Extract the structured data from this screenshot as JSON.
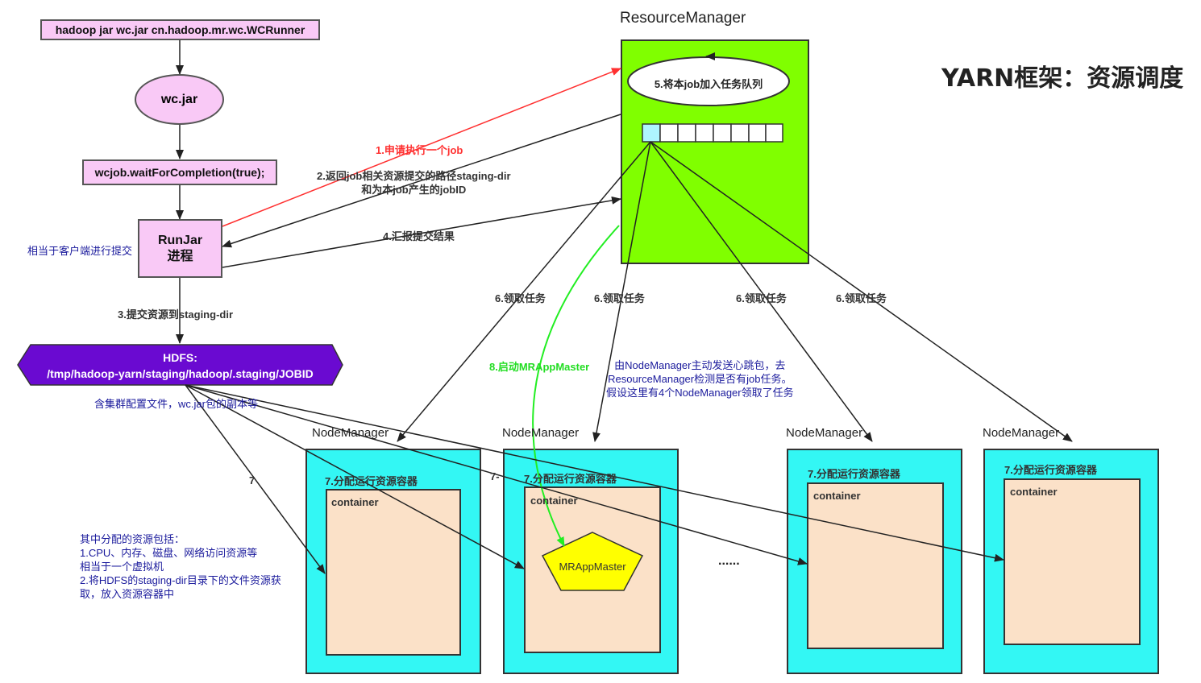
{
  "title": "YARN框架：资源调度",
  "command": "hadoop jar wc.jar cn.hadoop.mr.wc.WCRunner",
  "jar": "wc.jar",
  "wait_call": "wcjob.waitForCompletion(true);",
  "runjar": {
    "line1": "RunJar",
    "line2": "进程"
  },
  "client_note": "相当于客户端进行提交",
  "step3": "3.提交资源到staging-dir",
  "hdfs": {
    "line1": "HDFS:",
    "line2": "/tmp/hadoop-yarn/staging/hadoop/.staging/JOBID"
  },
  "hdfs_note": "含集群配置文件，wc.jar包的副本等",
  "resource_manager": {
    "title": "ResourceManager",
    "queue_label": "5.将本job加入任务队列"
  },
  "step1": "1.申请执行一个job",
  "step2": {
    "line1": "2.返回job相关资源提交的路径staging-dir",
    "line2": "和为本job产生的jobID"
  },
  "step4": "4.汇报提交结果",
  "step6": "6.领取任务",
  "step8": "8.启动MRAppMaster",
  "heartbeat_note": {
    "line1": "由NodeManager主动发送心跳包，去",
    "line2": "ResourceManager检测是否有job任务。",
    "line3": "假设这里有4个NodeManager领取了任务"
  },
  "step7": "7",
  "step7_dash": "7-",
  "node_manager": "NodeManager",
  "alloc_label": "7.分配运行资源容器",
  "container_label": "container",
  "appmaster": "MRAppMaster",
  "ellipsis": "......",
  "resources_note": {
    "line1": "其中分配的资源包括：",
    "line2": "1.CPU、内存、磁盘、网络访问资源等",
    "line3": "相当于一个虚拟机",
    "line4": "2.将HDFS的staging-dir目录下的文件资源获",
    "line5": "取，放入资源容器中"
  },
  "colors": {
    "pink": "#f9c9f6",
    "green": "#80ff00",
    "cyan": "#33f7f4",
    "container": "#fbe1c8",
    "hdfs": "#6a0ad1",
    "appmaster": "#ffff00",
    "red_arrow": "#ff3030",
    "green_arrow": "#22ee22",
    "note_blue": "#1a1a9c"
  }
}
